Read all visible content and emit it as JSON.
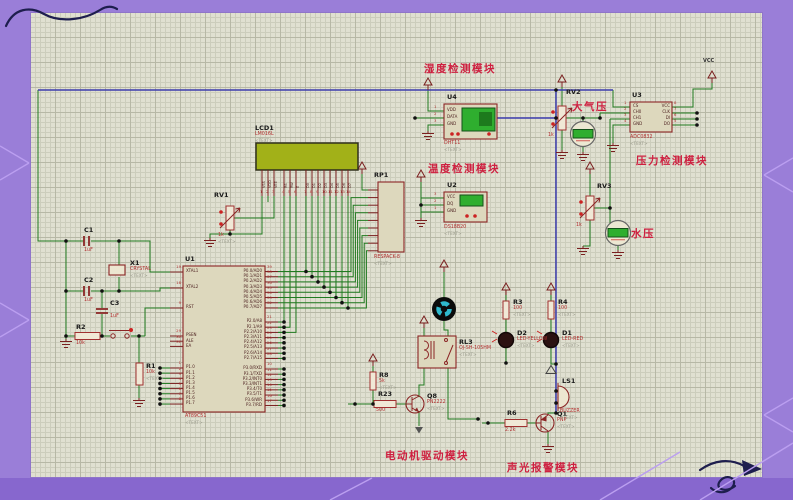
{
  "placeholder_text": "<TEXT>",
  "power": {
    "vcc_label": "VCC"
  },
  "module_labels": {
    "humidity": "湿度检测模块",
    "temperature": "温度检测模块",
    "pressure": "压力检测模块",
    "motor_drive": "电动机驱动模块",
    "sound_light_alarm": "声光报警模块",
    "atmospheric_pressure": "大气压",
    "water_pressure": "水压"
  },
  "colors": {
    "frame_purple": "#9a7ed8",
    "canvas_paper": "#e0e0d1",
    "wire_green": "#1f7a1f",
    "wire_blue": "#3c3cae",
    "label_red": "#ce2040",
    "lcd_screen": "#a2b118",
    "sensor_screen": "#2fae2f"
  },
  "components": {
    "lcd1": {
      "ref": "LCD1",
      "part": "LM016L",
      "pins": [
        "VSS",
        "VDD",
        "VEE",
        "RS",
        "RW",
        "E",
        "D0",
        "D1",
        "D2",
        "D3",
        "D4",
        "D5",
        "D6",
        "D7"
      ]
    },
    "u1": {
      "ref": "U1",
      "part": "AT89C51",
      "left_pins": [
        {
          "num": "19",
          "name": "XTAL1"
        },
        {
          "num": "18",
          "name": "XTAL2"
        },
        {
          "num": "9",
          "name": "RST"
        },
        {
          "num": "29",
          "name": "PSEN"
        },
        {
          "num": "30",
          "name": "ALE"
        },
        {
          "num": "31",
          "name": "EA"
        },
        {
          "num": "1",
          "name": "P1.0"
        },
        {
          "num": "2",
          "name": "P1.1"
        },
        {
          "num": "3",
          "name": "P1.2"
        },
        {
          "num": "4",
          "name": "P1.3"
        },
        {
          "num": "5",
          "name": "P1.4"
        },
        {
          "num": "6",
          "name": "P1.5"
        },
        {
          "num": "7",
          "name": "P1.6"
        },
        {
          "num": "8",
          "name": "P1.7"
        }
      ],
      "right_pins": [
        {
          "num": "39",
          "name": "P0.0/AD0"
        },
        {
          "num": "38",
          "name": "P0.1/AD1"
        },
        {
          "num": "37",
          "name": "P0.2/AD2"
        },
        {
          "num": "36",
          "name": "P0.3/AD3"
        },
        {
          "num": "35",
          "name": "P0.4/AD4"
        },
        {
          "num": "34",
          "name": "P0.5/AD5"
        },
        {
          "num": "33",
          "name": "P0.6/AD6"
        },
        {
          "num": "32",
          "name": "P0.7/AD7"
        },
        {
          "num": "21",
          "name": "P2.0/A8"
        },
        {
          "num": "22",
          "name": "P2.1/A9"
        },
        {
          "num": "23",
          "name": "P2.2/A10"
        },
        {
          "num": "24",
          "name": "P2.3/A11"
        },
        {
          "num": "25",
          "name": "P2.4/A12"
        },
        {
          "num": "26",
          "name": "P2.5/A13"
        },
        {
          "num": "27",
          "name": "P2.6/A14"
        },
        {
          "num": "28",
          "name": "P2.7/A15"
        },
        {
          "num": "10",
          "name": "P3.0/RXD"
        },
        {
          "num": "11",
          "name": "P3.1/TXD"
        },
        {
          "num": "12",
          "name": "P3.2/INT0"
        },
        {
          "num": "13",
          "name": "P3.3/INT1"
        },
        {
          "num": "14",
          "name": "P3.4/T0"
        },
        {
          "num": "15",
          "name": "P3.5/T1"
        },
        {
          "num": "16",
          "name": "P3.6/WR"
        },
        {
          "num": "17",
          "name": "P3.7/RD"
        }
      ]
    },
    "u2": {
      "ref": "U2",
      "part": "DS18B20",
      "pins": [
        {
          "num": "3",
          "name": "VCC"
        },
        {
          "num": "2",
          "name": "DQ"
        },
        {
          "num": "1",
          "name": "GND"
        }
      ]
    },
    "u3": {
      "ref": "U3",
      "part": "ADC0832",
      "left_pins": [
        {
          "num": "1",
          "name": "CS"
        },
        {
          "num": "2",
          "name": "CH0"
        },
        {
          "num": "3",
          "name": "CH1"
        },
        {
          "num": "4",
          "name": "GND"
        }
      ],
      "right_pins": [
        {
          "num": "8",
          "name": "VCC"
        },
        {
          "num": "7",
          "name": "CLK"
        },
        {
          "num": "6",
          "name": "DI"
        },
        {
          "num": "5",
          "name": "DO"
        }
      ]
    },
    "u4": {
      "ref": "U4",
      "part": "DHT11",
      "pins": [
        {
          "num": "1",
          "name": "VDD"
        },
        {
          "num": "2",
          "name": "DATA"
        },
        {
          "num": "3",
          "name": "GND"
        }
      ]
    },
    "rp1": {
      "ref": "RP1",
      "part": "RESPACK-8"
    },
    "rv1": {
      "ref": "RV1",
      "value": "1k"
    },
    "rv2": {
      "ref": "RV2",
      "value": "1k"
    },
    "rv3": {
      "ref": "RV3",
      "value": "1k"
    },
    "x1": {
      "ref": "X1",
      "part": "CRYSTAL"
    },
    "c1": {
      "ref": "C1",
      "value": "1uF"
    },
    "c2": {
      "ref": "C2",
      "value": "1uF"
    },
    "c3": {
      "ref": "C3",
      "value": "1uF"
    },
    "r1": {
      "ref": "R1",
      "value": "10k"
    },
    "r2": {
      "ref": "R2",
      "value": "10k"
    },
    "r3": {
      "ref": "R3",
      "value": "100"
    },
    "r4": {
      "ref": "R4",
      "value": "100"
    },
    "r6": {
      "ref": "R6",
      "value": "2.2k"
    },
    "r8": {
      "ref": "R8",
      "value": "5k"
    },
    "r23": {
      "ref": "R23",
      "value": "500"
    },
    "d1": {
      "ref": "D1",
      "part": "LED-RED"
    },
    "d2": {
      "ref": "D2",
      "part": "LED-YELLOW"
    },
    "q1": {
      "ref": "Q1",
      "part": "PNP"
    },
    "q8": {
      "ref": "Q8",
      "part": "PN2222"
    },
    "rl3": {
      "ref": "RL3",
      "part": "OJ-SH-105HM"
    },
    "ls1": {
      "ref": "LS1",
      "part": "BUZZER"
    }
  }
}
